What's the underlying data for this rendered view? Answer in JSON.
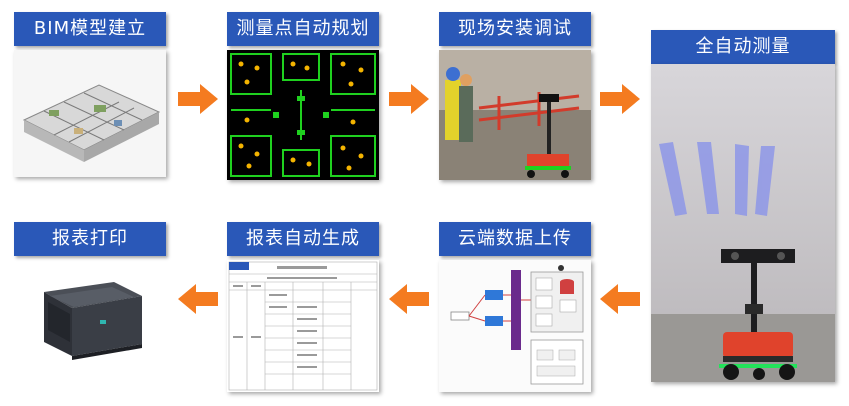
{
  "steps": [
    {
      "id": "bim",
      "label": "BIM模型建立"
    },
    {
      "id": "plan",
      "label": "测量点自动规划"
    },
    {
      "id": "install",
      "label": "现场安装调试"
    },
    {
      "id": "measure",
      "label": "全自动测量"
    },
    {
      "id": "upload",
      "label": "云端数据上传"
    },
    {
      "id": "report",
      "label": "报表自动生成"
    },
    {
      "id": "print",
      "label": "报表打印"
    }
  ],
  "colors": {
    "title_bg": "#2a58b8",
    "arrow": "#f47b20"
  }
}
